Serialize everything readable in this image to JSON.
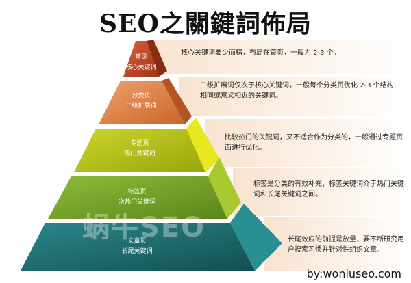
{
  "title": "SEO之關鍵詞佈局",
  "tiers": [
    {
      "name": "首页",
      "keyword_type": "核心关键词",
      "description": "核心关键词要少而精，布局在首页，一般为 2-3 个。"
    },
    {
      "name": "分类页",
      "keyword_type": "二级扩展词",
      "description": "二级扩展词仅次于核心关键词，一般每个分类页优化 2-3 个结构相同或意义相近的关键词。"
    },
    {
      "name": "专题页",
      "keyword_type": "热门关键词",
      "description": "比较热门的关键词，又不适合作为分类的，一般通过专题页面进行优化。"
    },
    {
      "name": "标签页",
      "keyword_type": "次热门关键词",
      "description": "标签是分类的有效补充，标签关键词介于热门关键词和长尾关键词之间。"
    },
    {
      "name": "文章页",
      "keyword_type": "长尾关键词",
      "description": "长尾效应的前提是放量，要不断研究用户搜索习惯并针对性组织文章。"
    }
  ],
  "watermark": "蜗牛SEO",
  "credit": "by:woniuseo.com",
  "colors": {
    "tier1": "#c0472a",
    "tier2": "#e2874a",
    "tier3": "#b9c21a",
    "tier4": "#7aa52a",
    "tier5": "#1f6e70",
    "band": "#fbefe3"
  }
}
